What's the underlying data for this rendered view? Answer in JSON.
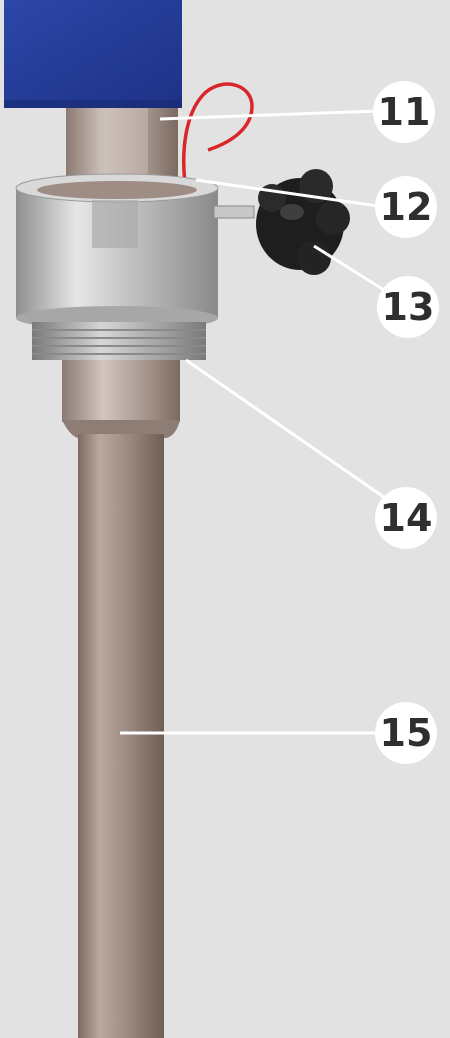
{
  "callouts": [
    {
      "label": "11"
    },
    {
      "label": "12"
    },
    {
      "label": "13"
    },
    {
      "label": "14"
    },
    {
      "label": "15"
    }
  ],
  "colors": {
    "background": "#e2e2e2",
    "motor_housing": "#243c9a",
    "tube": "#9c8a80",
    "collar": "#c8c8c8",
    "wire": "#d8262a",
    "knob": "#1e1e1e",
    "callout_circle": "#ffffff",
    "leader_line": "#ffffff"
  }
}
